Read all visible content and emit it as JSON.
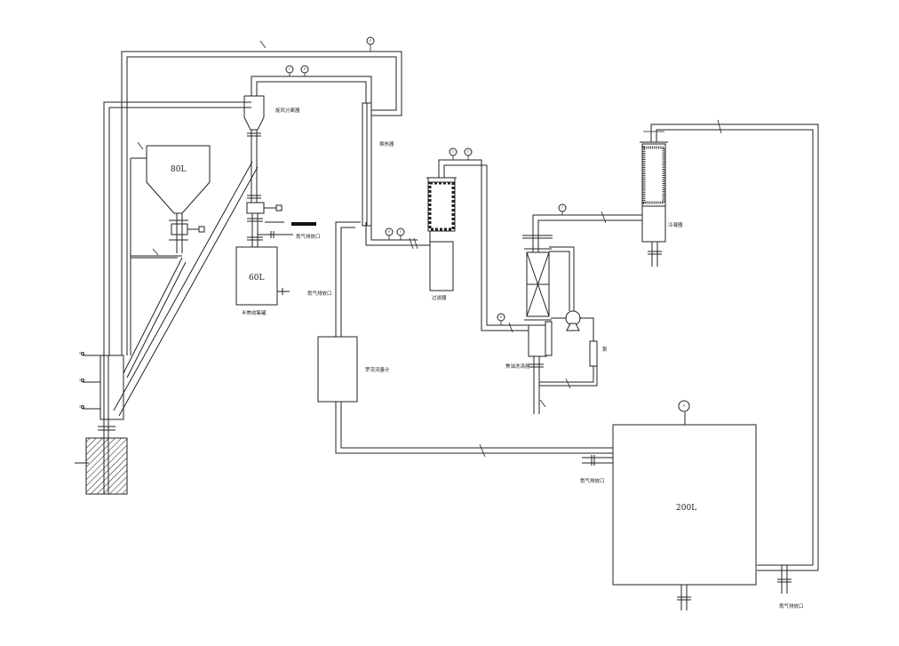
{
  "labels": {
    "vessel_80": "80L",
    "vessel_60": "60L",
    "vessel_200": "200L",
    "cyclone": "旋风分离器",
    "heater": "换热器",
    "collector": "半焦收集罐",
    "drain_outlet": "氮气排放口",
    "drain_outlet_2": "氮气排放口",
    "drain_outlet_3": "氮气排放口",
    "drain_outlet_4": "氮气排放口",
    "flowmeter": "罗茨流量计",
    "filter": "过滤器",
    "purifier": "焦油洗涤器",
    "pump": "泵",
    "condenser": "冷凝器"
  },
  "gauges": {
    "top": "P",
    "cyc1": "T",
    "cyc2": "P",
    "f1": "T",
    "f2": "T",
    "h1": "P",
    "h2": "T",
    "wash": "P",
    "cond": "T",
    "tank": "P",
    "r1": "T",
    "r2": "T",
    "r3": "T"
  }
}
